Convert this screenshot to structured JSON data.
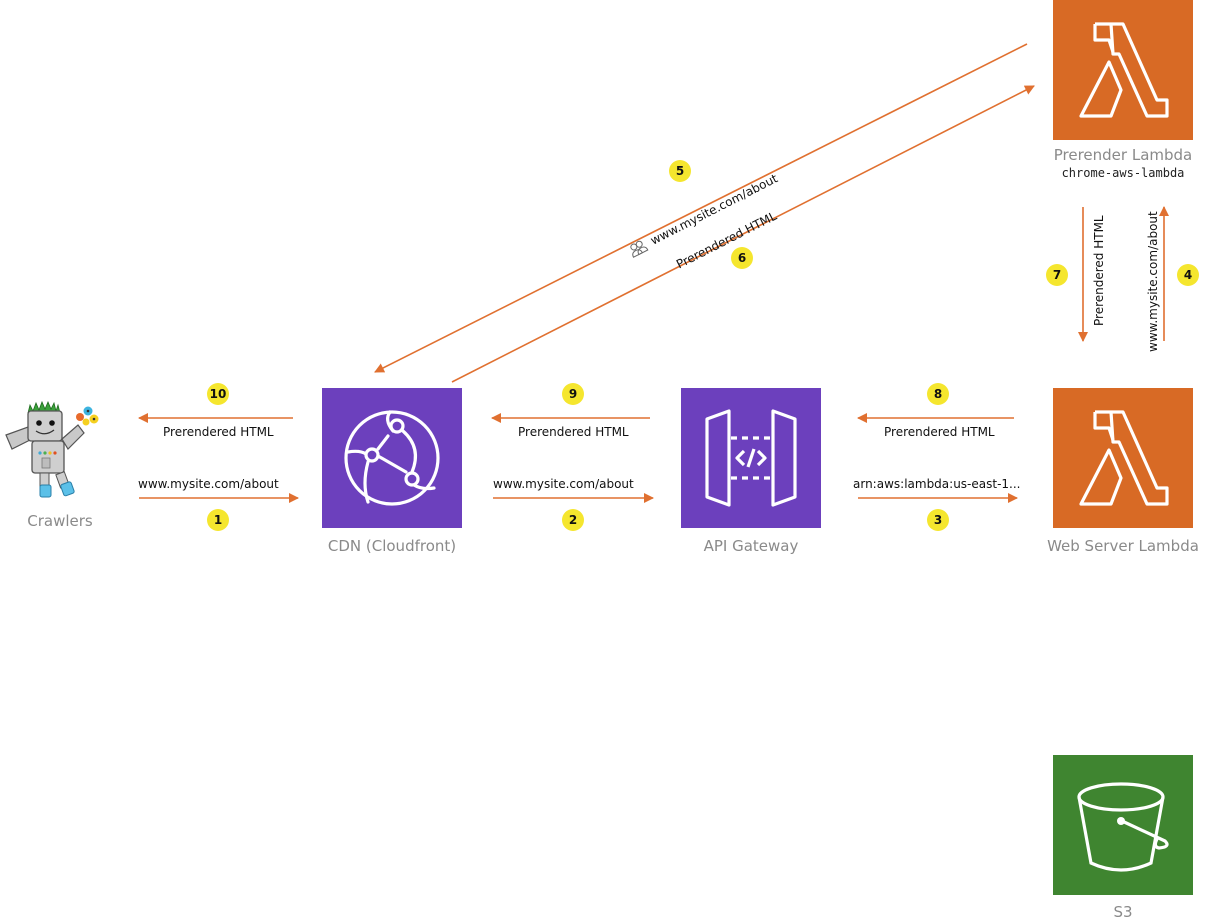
{
  "diagram": {
    "colors": {
      "arrow": "#e07030",
      "lambda_tile": "#d86a25",
      "gateway_tile": "#6c40bd",
      "s3_tile": "#3f8530",
      "badge": "#f5e62e",
      "service_label": "#8a8a8a"
    },
    "nodes": {
      "crawlers": {
        "label": "Crawlers",
        "icon": "googlebot-robot-icon"
      },
      "cdn": {
        "label": "CDN (Cloudfront)",
        "icon": "cloudfront-globe-icon"
      },
      "api_gateway": {
        "label": "API Gateway",
        "icon": "api-gateway-icon"
      },
      "web_server_lambda": {
        "label": "Web Server Lambda",
        "icon": "lambda-icon"
      },
      "prerender_lambda": {
        "label": "Prerender Lambda",
        "sublabel": "chrome-aws-lambda",
        "icon": "lambda-icon"
      },
      "s3": {
        "label": "S3",
        "icon": "s3-bucket-icon"
      }
    },
    "edges": [
      {
        "step": "1",
        "from": "crawlers",
        "to": "cdn",
        "label": "www.mysite.com/about"
      },
      {
        "step": "2",
        "from": "cdn",
        "to": "api_gateway",
        "label": "www.mysite.com/about"
      },
      {
        "step": "3",
        "from": "api_gateway",
        "to": "web_server_lambda",
        "label": "arn:aws:lambda:us-east-1..."
      },
      {
        "step": "4",
        "from": "web_server_lambda",
        "to": "prerender_lambda",
        "label": "www.mysite.com/about"
      },
      {
        "step": "5",
        "from": "prerender_lambda",
        "to": "cdn",
        "label": "www.mysite.com/about",
        "icon": "users-icon"
      },
      {
        "step": "6",
        "from": "cdn",
        "to": "prerender_lambda",
        "label": "Prerendered HTML"
      },
      {
        "step": "7",
        "from": "prerender_lambda",
        "to": "web_server_lambda",
        "label": "Prerendered HTML"
      },
      {
        "step": "8",
        "from": "web_server_lambda",
        "to": "api_gateway",
        "label": "Prerendered HTML"
      },
      {
        "step": "9",
        "from": "api_gateway",
        "to": "cdn",
        "label": "Prerendered HTML"
      },
      {
        "step": "10",
        "from": "cdn",
        "to": "crawlers",
        "label": "Prerendered HTML"
      }
    ]
  }
}
